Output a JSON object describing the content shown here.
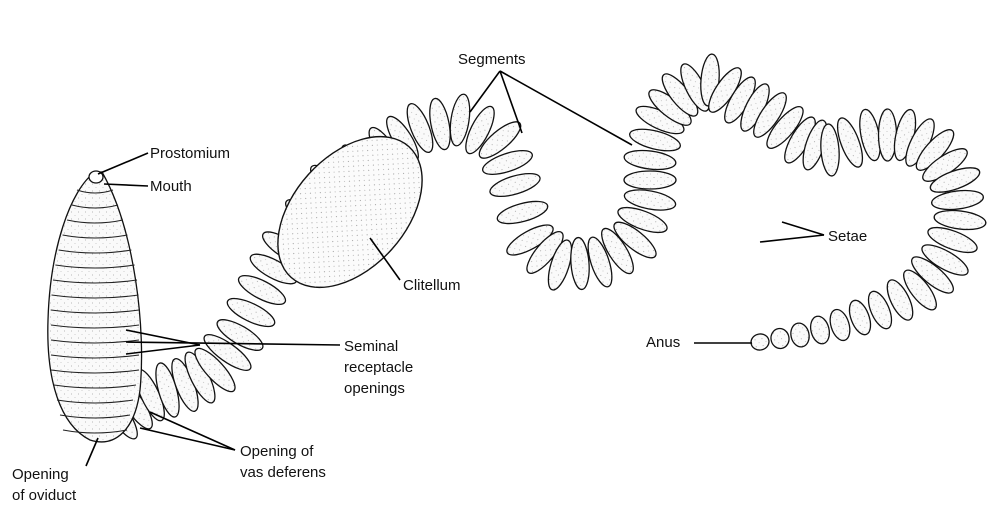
{
  "labels": {
    "prostomium": "Prostomium",
    "mouth": "Mouth",
    "segments": "Segments",
    "clitellum": "Clitellum",
    "setae": "Setae",
    "seminal_1": "Seminal",
    "seminal_2": "receptacle",
    "seminal_3": "openings",
    "vas_1": "Opening of",
    "vas_2": "vas deferens",
    "oviduct_1": "Opening",
    "oviduct_2": "of oviduct",
    "anus": "Anus"
  }
}
